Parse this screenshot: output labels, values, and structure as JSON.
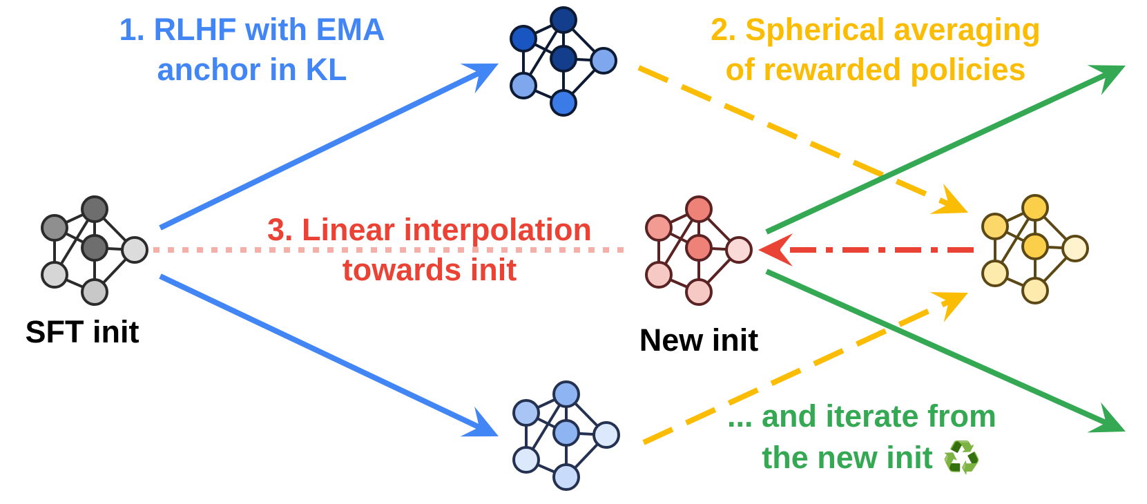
{
  "labels": {
    "step1_line1": "1. RLHF with EMA",
    "step1_line2": "anchor in KL",
    "step2_line1": "2. Spherical averaging",
    "step2_line2": "of rewarded policies",
    "step3_line1": "3. Linear interpolation",
    "step3_line2": "towards init",
    "iterate_line1": "... and iterate from",
    "iterate_line2": "the new init",
    "sft_init": "SFT init",
    "new_init": "New init"
  },
  "recycle_symbol": "♻️",
  "colors": {
    "blue": "#4285F4",
    "yellow": "#FBBC04",
    "red": "#EA4335",
    "green": "#34A853",
    "black": "#000000"
  },
  "networks": {
    "sft": {
      "stroke": "#2B2B2B",
      "fills": [
        "#8F8F8F",
        "#6E6E6E",
        "#6E6E6E",
        "#DCDCDC",
        "#D6D6D6",
        "#C8C8C8"
      ]
    },
    "policy_top": {
      "stroke": "#0D1A33",
      "fills": [
        "#1A56C2",
        "#123E8C",
        "#123E8C",
        "#7FA7EE",
        "#7FA7EE",
        "#3B7BE8"
      ]
    },
    "policy_bottom": {
      "stroke": "#253150",
      "fills": [
        "#A9C5F5",
        "#8FB4F2",
        "#8FB4F2",
        "#DCE8FC",
        "#DCE8FC",
        "#C9DBFA"
      ]
    },
    "new_init": {
      "stroke": "#5A2222",
      "fills": [
        "#F29B93",
        "#EE8178",
        "#EE8178",
        "#FADAD6",
        "#F6C9C4",
        "#F6C9C4"
      ]
    },
    "averaged": {
      "stroke": "#5C4814",
      "fills": [
        "#FCD76A",
        "#FBCF4A",
        "#FBCF4A",
        "#FEF3CC",
        "#FDEBAE",
        "#FDEBAE"
      ]
    }
  }
}
